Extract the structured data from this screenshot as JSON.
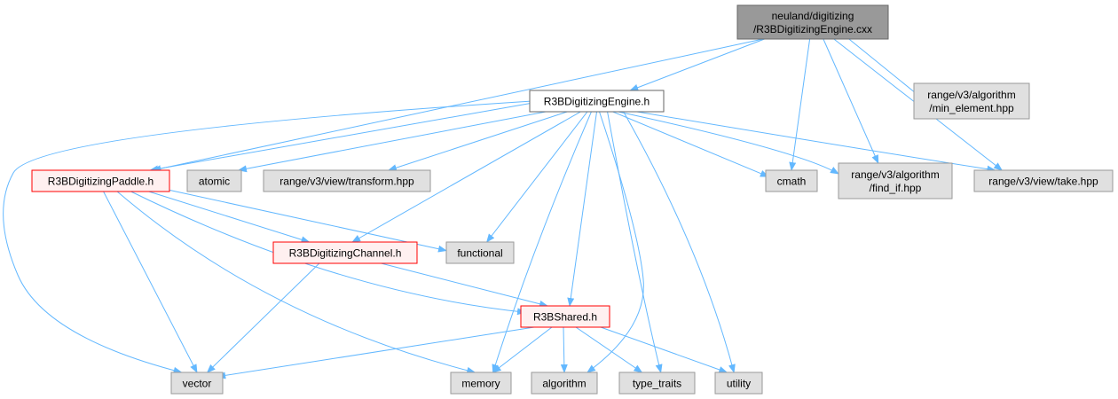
{
  "colors": {
    "edge": "#63b8ff",
    "root_fill": "#999999",
    "root_stroke": "#666666",
    "plain_fill": "#ffffff",
    "plain_stroke": "#666666",
    "ext_fill": "#e0e0e0",
    "ext_stroke": "#999999",
    "red_fill": "#fff0f0",
    "red_stroke": "#ff0000"
  },
  "nodes": [
    {
      "id": "root",
      "style": "root",
      "lines": [
        "neuland/digitizing",
        "/R3BDigitizingEngine.cxx"
      ]
    },
    {
      "id": "engine",
      "style": "plain",
      "lines": [
        "R3BDigitizingEngine.h"
      ]
    },
    {
      "id": "minel",
      "style": "ext",
      "lines": [
        "range/v3/algorithm",
        "/min_element.hpp"
      ]
    },
    {
      "id": "paddle",
      "style": "red",
      "lines": [
        "R3BDigitizingPaddle.h"
      ]
    },
    {
      "id": "atomic",
      "style": "ext",
      "lines": [
        "atomic"
      ]
    },
    {
      "id": "transform",
      "style": "ext",
      "lines": [
        "range/v3/view/transform.hpp"
      ]
    },
    {
      "id": "cmath",
      "style": "ext",
      "lines": [
        "cmath"
      ]
    },
    {
      "id": "findif",
      "style": "ext",
      "lines": [
        "range/v3/algorithm",
        "/find_if.hpp"
      ]
    },
    {
      "id": "take",
      "style": "ext",
      "lines": [
        "range/v3/view/take.hpp"
      ]
    },
    {
      "id": "channel",
      "style": "red",
      "lines": [
        "R3BDigitizingChannel.h"
      ]
    },
    {
      "id": "functional",
      "style": "ext",
      "lines": [
        "functional"
      ]
    },
    {
      "id": "shared",
      "style": "red",
      "lines": [
        "R3BShared.h"
      ]
    },
    {
      "id": "vector",
      "style": "ext",
      "lines": [
        "vector"
      ]
    },
    {
      "id": "memory",
      "style": "ext",
      "lines": [
        "memory"
      ]
    },
    {
      "id": "algorithm",
      "style": "ext",
      "lines": [
        "algorithm"
      ]
    },
    {
      "id": "type_traits",
      "style": "ext",
      "lines": [
        "type_traits"
      ]
    },
    {
      "id": "utility",
      "style": "ext",
      "lines": [
        "utility"
      ]
    }
  ],
  "edges": [
    [
      "root",
      "engine"
    ],
    [
      "root",
      "paddle"
    ],
    [
      "root",
      "cmath"
    ],
    [
      "root",
      "findif"
    ],
    [
      "root",
      "take"
    ],
    [
      "root",
      "minel"
    ],
    [
      "engine",
      "paddle"
    ],
    [
      "engine",
      "atomic"
    ],
    [
      "engine",
      "transform"
    ],
    [
      "engine",
      "cmath"
    ],
    [
      "engine",
      "findif"
    ],
    [
      "engine",
      "take"
    ],
    [
      "engine",
      "channel"
    ],
    [
      "engine",
      "functional"
    ],
    [
      "engine",
      "shared"
    ],
    [
      "engine",
      "vector"
    ],
    [
      "engine",
      "memory"
    ],
    [
      "engine",
      "algorithm"
    ],
    [
      "engine",
      "type_traits"
    ],
    [
      "engine",
      "utility"
    ],
    [
      "paddle",
      "channel"
    ],
    [
      "paddle",
      "functional"
    ],
    [
      "paddle",
      "shared"
    ],
    [
      "paddle",
      "vector"
    ],
    [
      "paddle",
      "memory"
    ],
    [
      "channel",
      "shared"
    ],
    [
      "channel",
      "vector"
    ],
    [
      "shared",
      "vector"
    ],
    [
      "shared",
      "memory"
    ],
    [
      "shared",
      "algorithm"
    ],
    [
      "shared",
      "type_traits"
    ],
    [
      "shared",
      "utility"
    ]
  ]
}
